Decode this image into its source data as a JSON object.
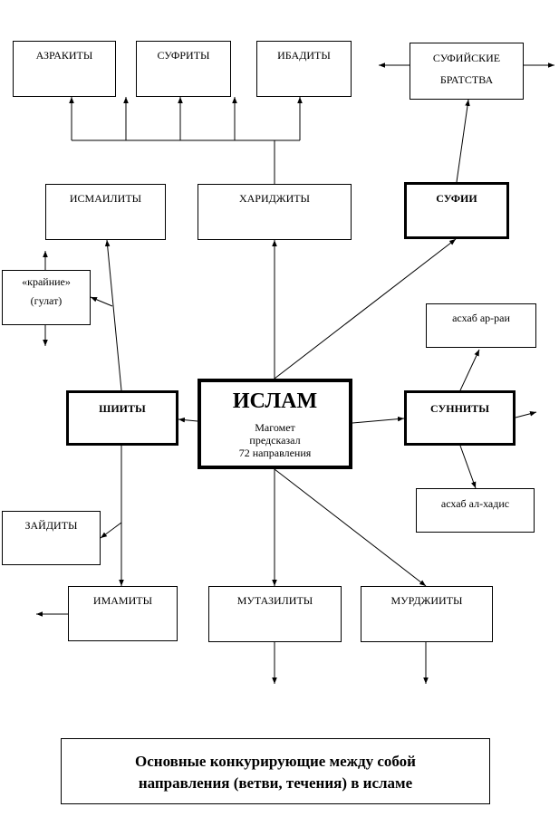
{
  "nodes": {
    "azrakity": "АЗРАКИТЫ",
    "sufrity": "СУФРИТЫ",
    "ibadity": "ИБАДИТЫ",
    "sufi_brotherhoods_line1": "СУФИЙСКИЕ",
    "sufi_brotherhoods_line2": "БРАТСТВА",
    "ismaility": "ИСМАИЛИТЫ",
    "haridzhity": "ХАРИДЖИТЫ",
    "sufii": "СУФИИ",
    "extreme_line1": "«крайние»",
    "extreme_line2": "(гулат)",
    "ashab_ar_rai": "асхаб ар-раи",
    "shiity": "ШИИТЫ",
    "islam_title": "ИСЛАМ",
    "islam_sub_line1": "Магомет",
    "islam_sub_line2": "предсказал",
    "islam_sub_line3": "72 направления",
    "sunnity": "СУННИТЫ",
    "ashab_al_hadis": "асхаб ал-хадис",
    "zaidity": "ЗАЙДИТЫ",
    "imamity": "ИМАМИТЫ",
    "mutazility": "МУТАЗИЛИТЫ",
    "murdzhiity": "МУРДЖИИТЫ"
  },
  "caption": {
    "line1": "Основные конкурирующие между собой",
    "line2": "направления (ветви, течения) в исламе"
  }
}
